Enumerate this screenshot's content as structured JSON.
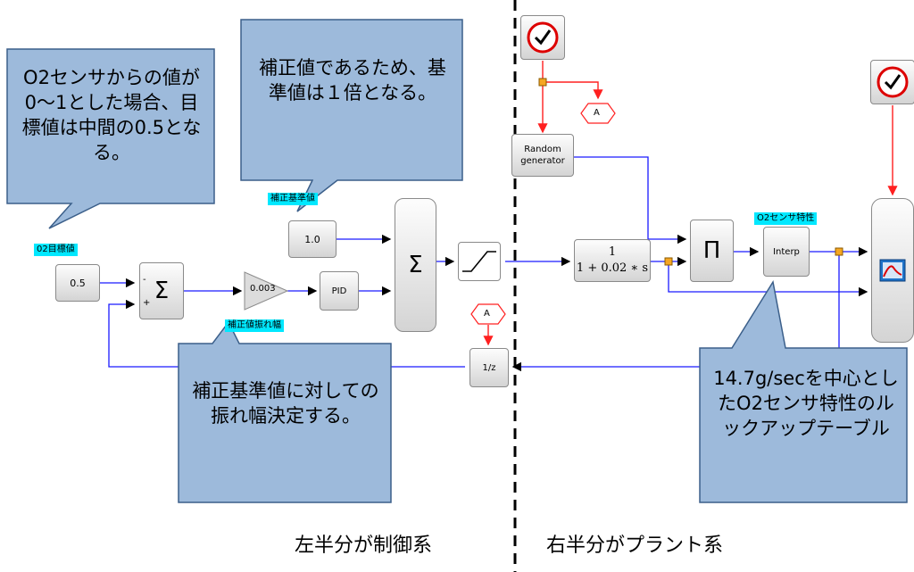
{
  "callouts": {
    "o2_target": "O2センサからの値が0～1とした場合、目標値は中間の0.5となる。",
    "correction_base": "補正値であるため、基準値は１倍となる。",
    "amplitude": "補正基準値に対しての振れ幅決定する。",
    "lookup": "14.7g/secを中心としたO2センサ特性のルックアップテーブル"
  },
  "labels": {
    "o2_target_tag": "02目標値",
    "correction_base_tag": "補正基準値",
    "amplitude_tag": "補正値振れ幅",
    "o2_sensor_tag": "O2センサ特性"
  },
  "blocks": {
    "target_value": "0.5",
    "base_value": "1.0",
    "gain": "0.003",
    "pid": "PID",
    "delay": "1/z",
    "random": "Random generator",
    "interp": "Interp",
    "sum_symbol": "Σ",
    "product_symbol": "Π",
    "tf_numerator": "1",
    "tf_denominator": "1 + 0.02 ∗ s",
    "sum_minus": "-",
    "sum_plus": "+",
    "event_label": "A"
  },
  "captions": {
    "left": "左半分が制御系",
    "right": "右半分がプラント系"
  },
  "colors": {
    "callout_fill": "#9dbadb",
    "callout_border": "#3b5f8a",
    "wire": "#1a1aff",
    "event_wire": "#ff2020",
    "tag": "#00e8ff"
  }
}
